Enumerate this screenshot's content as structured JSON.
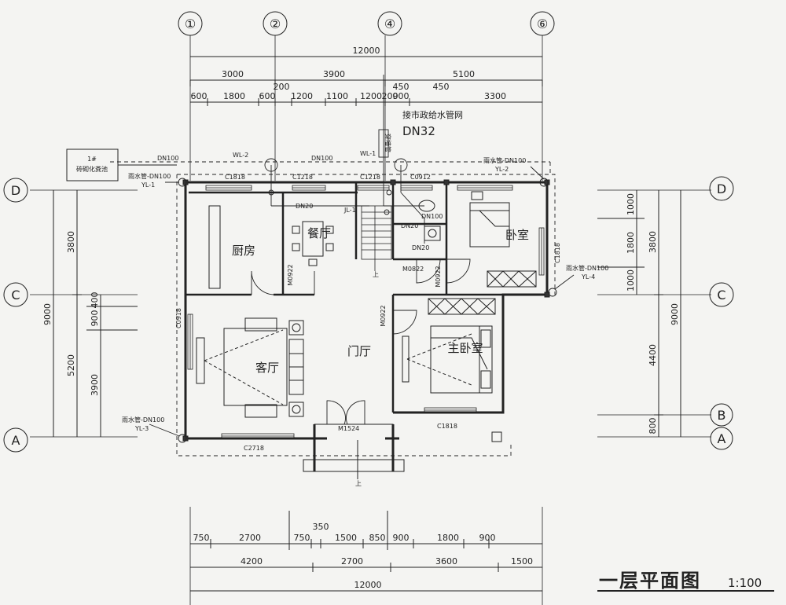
{
  "axes": {
    "top": [
      "①",
      "②",
      "④",
      "⑥"
    ],
    "left": [
      "D",
      "C",
      "A"
    ],
    "right": [
      "D",
      "C",
      "B",
      "A"
    ]
  },
  "top_dims": {
    "total": "12000",
    "row2": [
      "3000",
      "3900",
      "5100"
    ],
    "row3": [
      "600",
      "1800",
      "600",
      "1200",
      "1100",
      "1200",
      "900",
      "3300"
    ],
    "extra": [
      "200",
      "200",
      "450",
      "450"
    ]
  },
  "bottom_dims": {
    "row1": [
      "750",
      "2700",
      "750",
      "350",
      "1500",
      "850",
      "900",
      "1800",
      "900"
    ],
    "row2": [
      "4200",
      "2700",
      "3600",
      "1500"
    ],
    "total": "12000"
  },
  "left_dims": {
    "total": "9000",
    "row2": [
      "3800",
      "5200"
    ],
    "row3": [
      "400",
      "900",
      "3900"
    ]
  },
  "right_dims": {
    "total": "9000",
    "row2": [
      "3800",
      "4400",
      "800"
    ],
    "row3": [
      "1000",
      "1800",
      "1000"
    ]
  },
  "rooms": {
    "kitchen": "厨房",
    "dining": "餐厅",
    "bedroom": "卧室",
    "living": "客厅",
    "foyer": "门厅",
    "master": "主卧室"
  },
  "labels": {
    "tank_num": "1#",
    "tank": "砖砌化粪池",
    "water_main": "接市政给水管网",
    "dn32": "DN32",
    "dn100": "DN100",
    "dn20": "DN20",
    "wl2": "WL-2",
    "wl1": "WL-1",
    "jl1": "JL-1",
    "yl1": "YL-1",
    "yl2": "YL-2",
    "yl3": "YL-3",
    "yl4": "YL-4",
    "rain_dn100": "雨水管-DN100",
    "c1818": "C1818",
    "c1218": "C1218",
    "c0912": "C0912",
    "c0918": "C0918",
    "c2718": "C2718",
    "m0922": "M0922",
    "m0822": "M0822",
    "m1524": "M1524",
    "up": "上",
    "vert_pipe": "穿墙管"
  },
  "title": {
    "name": "一层平面图",
    "scale": "1:100"
  }
}
